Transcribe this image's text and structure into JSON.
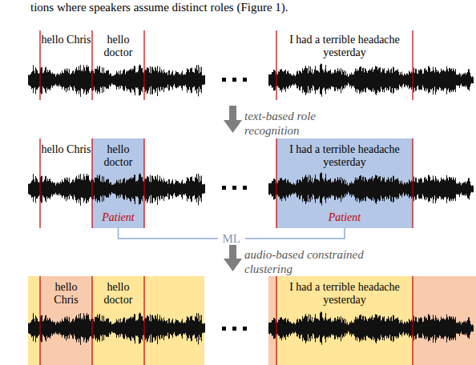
{
  "diagram": {
    "nodes": [
      {
        "text": [
          "hello doctor",
          "Patient"
        ]
      },
      {
        "text": [
          "I had a terrible headache yesterday",
          "Patient"
        ]
      },
      {
        "text": [
          "hello Chris"
        ]
      },
      {
        "text": [
          "hello doctor"
        ]
      },
      {
        "text": [
          "I had a terrible headache yesterday"
        ]
      }
    ],
    "edges": [
      {
        "from": 0,
        "to": 1,
        "label": "ML",
        "arrow": "none"
      }
    ],
    "labels": [
      "tions where speakers assume distinct roles (Figure 1).",
      "hello Chris",
      "hello doctor",
      "I had a terrible headache yesterday",
      "text-based role recognition",
      "hello Chris",
      "audio-based constrained clustering"
    ]
  }
}
